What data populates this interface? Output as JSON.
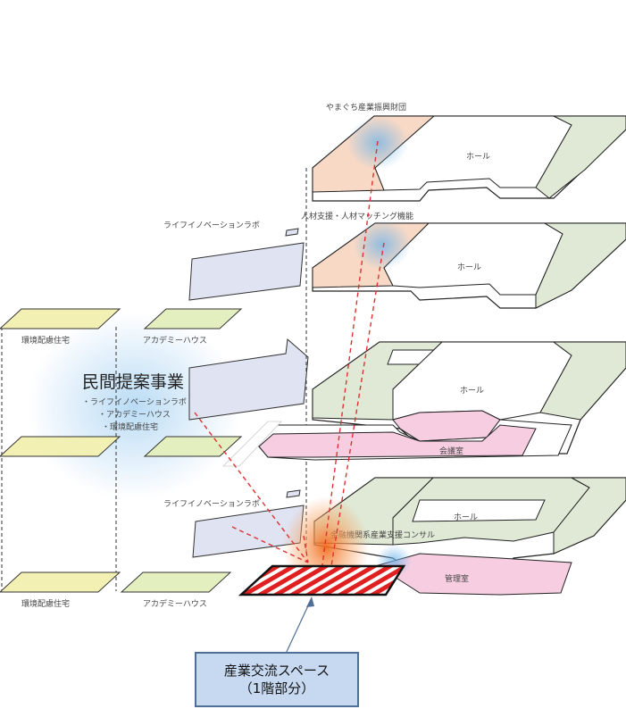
{
  "labels": {
    "yamaguchi": "やまぐち産業振興財団",
    "hall": "ホール",
    "jinzai": "人材支援・人材マッチング機能",
    "lifelab": "ライフイノベーションラボ",
    "kankyo": "環境配慮住宅",
    "academy": "アカデミーハウス",
    "minkan_title": "民間提案事業",
    "minkan_item1": "・ライフイノベーションラボ",
    "minkan_item2": "・アカデミーハウス",
    "minkan_item3": "・環境配慮住宅",
    "kaigi": "会議室",
    "kinyu": "金融機関系産業支援コンサル",
    "kanri": "管理室"
  },
  "callout": {
    "line1": "産業交流スペース",
    "line2": "（1階部分）"
  },
  "colors": {
    "peach": "#f7d9c6",
    "green": "#dfe9d5",
    "pink": "#f6cde1",
    "yellow": "#f2f0b3",
    "lavender": "#dfe3f2",
    "hatch_red": "#e02020",
    "dashed_red": "#e03030",
    "callout_bg": "#c6d9f1",
    "callout_border": "#4f6f96"
  }
}
